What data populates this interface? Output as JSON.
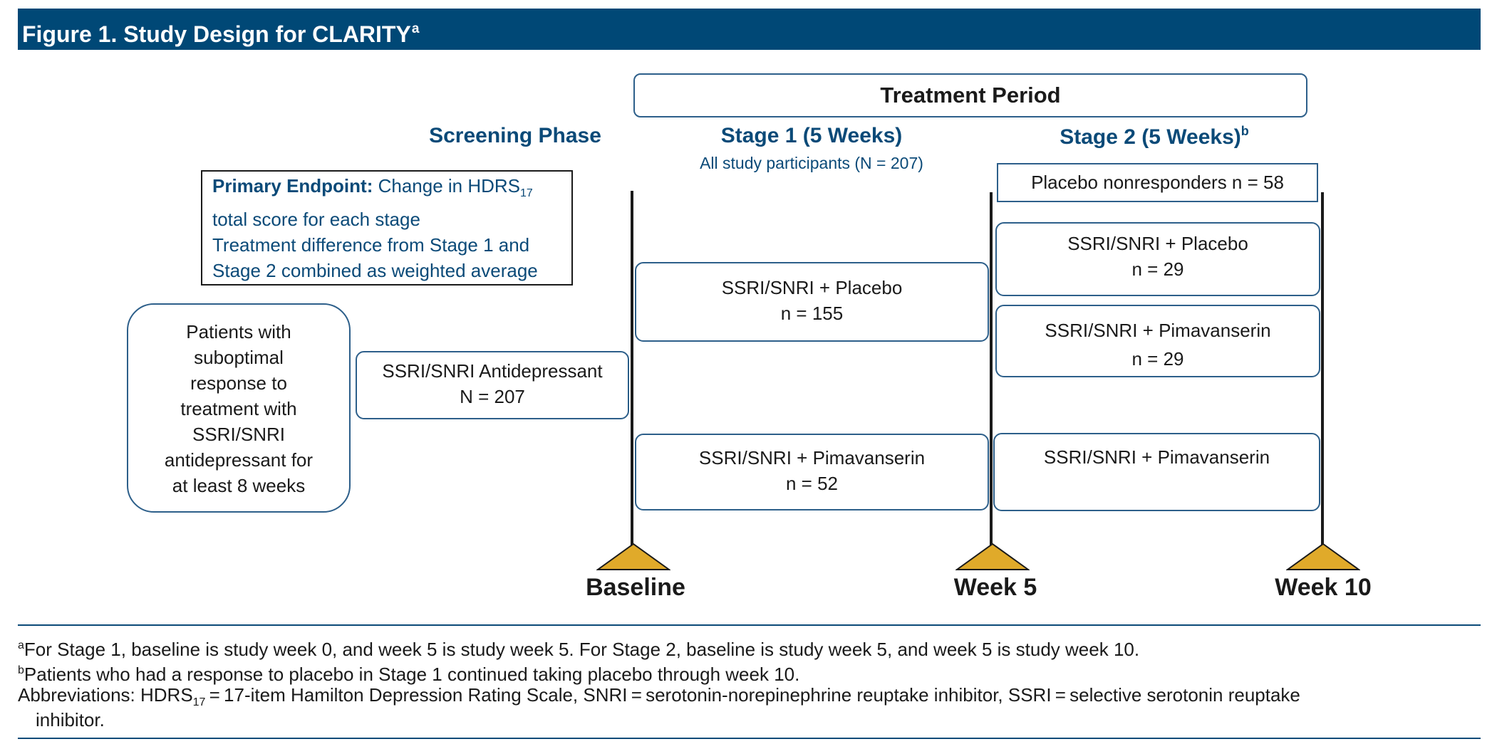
{
  "header": {
    "title": "Figure 1. Study Design for CLARITY",
    "title_sup": "a"
  },
  "treatment_period": "Treatment Period",
  "phases": {
    "screening": "Screening Phase",
    "stage1": "Stage 1 (5 Weeks)",
    "stage1_sub": "All study participants (N = 207)",
    "stage2": "Stage 2 (5 Weeks)",
    "stage2_sup": "b"
  },
  "endpoint": {
    "label": "Primary Endpoint:",
    "line1_rest": " Change in HDRS",
    "line1_sub": "17",
    "line2": "total score for each stage",
    "line3": "Treatment difference from Stage 1 and",
    "line4": "Stage 2 combined as weighted average"
  },
  "patients_box": {
    "lines": [
      "Patients with",
      "suboptimal",
      "response to",
      "treatment with",
      "SSRI/SNRI",
      "antidepressant for",
      "at least 8 weeks"
    ]
  },
  "screen_box": {
    "line1": "SSRI/SNRI Antidepressant",
    "line2": "N = 207"
  },
  "stage1_boxes": {
    "placebo": {
      "line1": "SSRI/SNRI + Placebo",
      "line2": "n = 155"
    },
    "pima": {
      "line1": "SSRI/SNRI + Pimavanserin",
      "line2": "n = 52"
    }
  },
  "stage2_boxes": {
    "nonresponders": "Placebo nonresponders n = 58",
    "placebo": {
      "line1": "SSRI/SNRI + Placebo",
      "line2": "n = 29"
    },
    "pima": {
      "line1": "SSRI/SNRI + Pimavanserin",
      "line2": "n = 29"
    },
    "pima_cont": "SSRI/SNRI + Pimavanserin"
  },
  "timepoints": [
    "Baseline",
    "Week 5",
    "Week 10"
  ],
  "colors": {
    "header": "#004876",
    "text_blue": "#0b4a78",
    "box_border": "#2d5f8a",
    "triangle": "#e0aa2a"
  },
  "footnotes": {
    "a_sup": "a",
    "a": "For Stage 1, baseline is study week 0, and week 5 is study week 5. For Stage 2, baseline is study week 5, and week 5 is study week 10.",
    "b_sup": "b",
    "b": "Patients who had a response to placebo in Stage 1 continued taking placebo through week 10.",
    "abbr_start": "Abbreviations: HDRS",
    "abbr_sub": "17",
    "abbr_rest": " = 17-item Hamilton Depression Rating Scale, SNRI = serotonin-norepinephrine reuptake inhibitor, SSRI = selective serotonin reuptake",
    "abbr_cont": "inhibitor."
  }
}
